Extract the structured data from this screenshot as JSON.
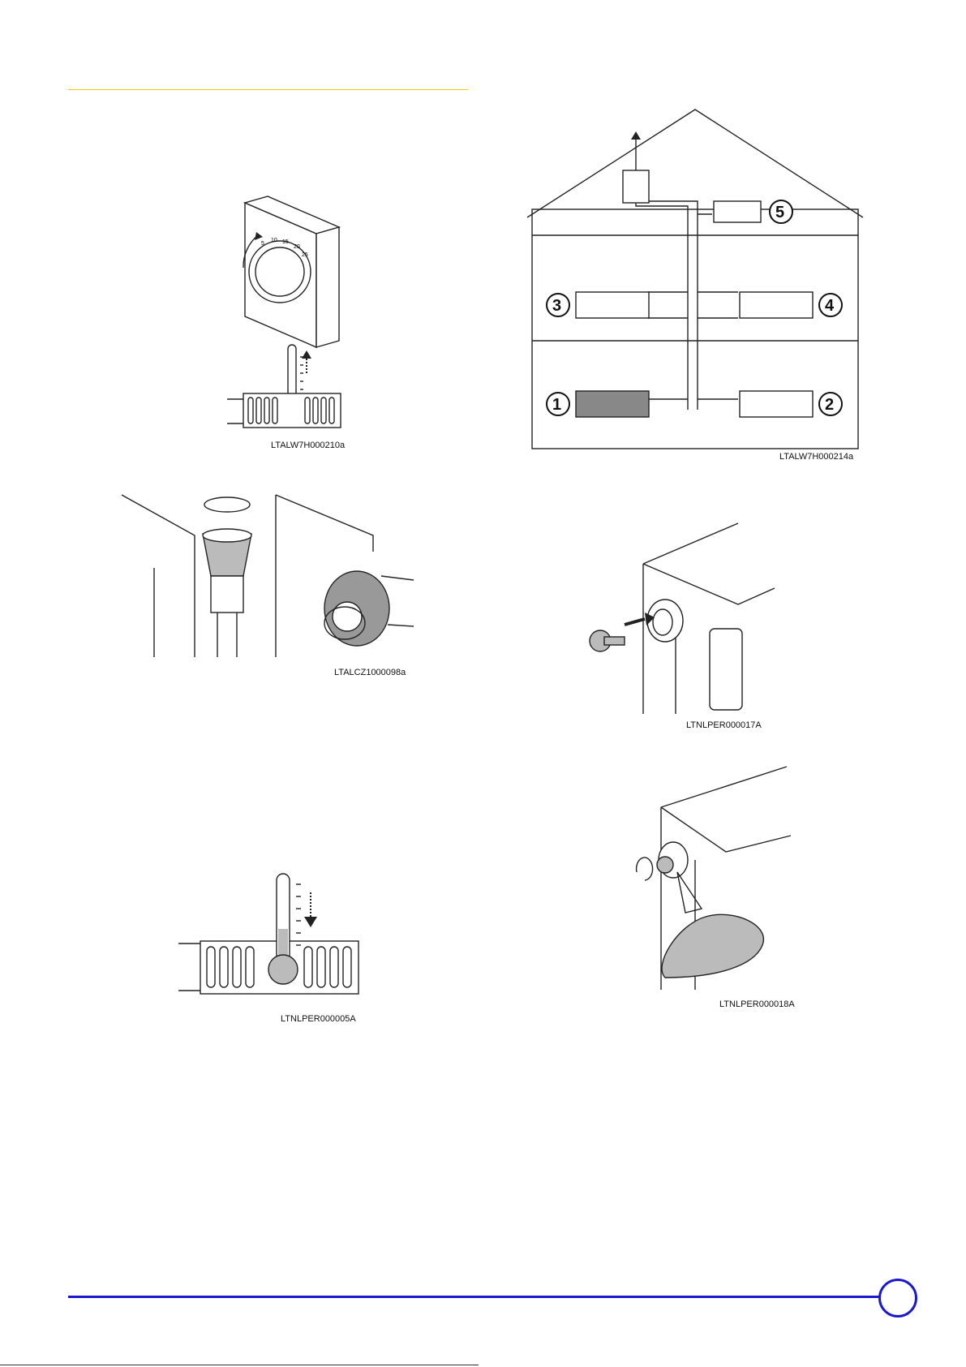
{
  "figures": {
    "thermostat": {
      "caption": "LTALW7H000210a",
      "dial_marks": [
        "5",
        "10",
        "15",
        "20",
        "25"
      ]
    },
    "house": {
      "caption": "LTALW7H000214a",
      "radiator_numbers": [
        "1",
        "2",
        "3",
        "4",
        "5"
      ]
    },
    "valves": {
      "caption": "LTALCZ1000098a"
    },
    "bleed_key": {
      "caption": "LTNLPER000017A"
    },
    "thermometer_down": {
      "caption": "LTNLPER000005A"
    },
    "bleeding_cloth": {
      "caption": "LTNLPER000018A"
    }
  },
  "colors": {
    "header_rule": "#f5c518",
    "footer_rule": "#1a1acc",
    "filled_radiator": "#888888"
  }
}
